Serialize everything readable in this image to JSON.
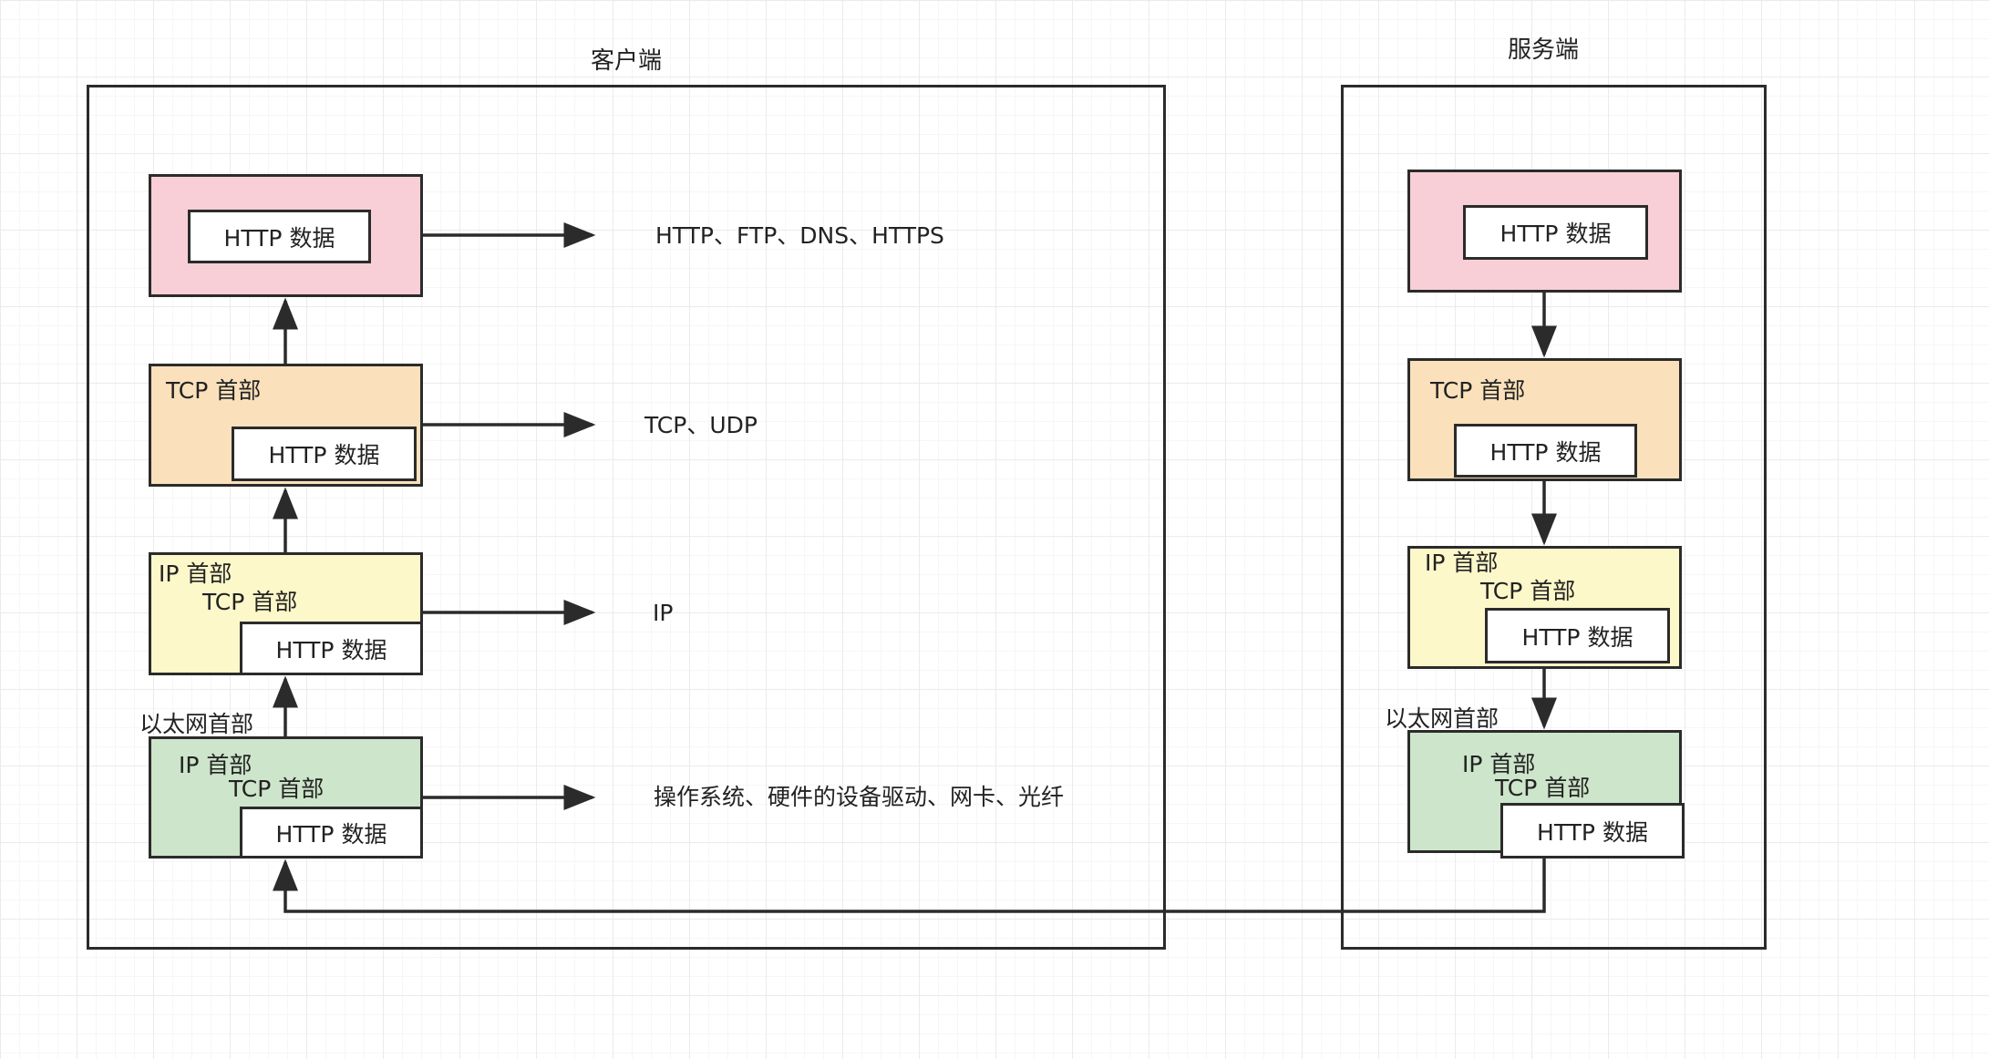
{
  "client": {
    "title": "客户端",
    "layers": [
      {
        "outer": "",
        "inner": "HTTP 数据"
      },
      {
        "outer": "TCP 首部",
        "inner": "HTTP 数据"
      },
      {
        "outer": "IP 首部",
        "middle": "TCP 首部",
        "inner": "HTTP 数据"
      },
      {
        "outer": "以太网首部",
        "ip": "IP 首部",
        "middle": "TCP 首部",
        "inner": "HTTP 数据"
      }
    ]
  },
  "server": {
    "title": "服务端",
    "layers": [
      {
        "outer": "",
        "inner": "HTTP 数据"
      },
      {
        "outer": "TCP 首部",
        "inner": "HTTP 数据"
      },
      {
        "outer": "IP 首部",
        "middle": "TCP 首部",
        "inner": "HTTP 数据"
      },
      {
        "outer": "以太网首部",
        "ip": "IP 首部",
        "middle": "TCP 首部",
        "inner": "HTTP 数据"
      }
    ]
  },
  "protocols": [
    "HTTP、FTP、DNS、HTTPS",
    "TCP、UDP",
    "IP",
    "操作系统、硬件的设备驱动、网卡、光纤"
  ],
  "colors": {
    "application": "#f8cfd7",
    "transport": "#fae1bb",
    "network": "#fdf8c9",
    "link": "#cde5ca",
    "line": "#2b2b2b"
  }
}
